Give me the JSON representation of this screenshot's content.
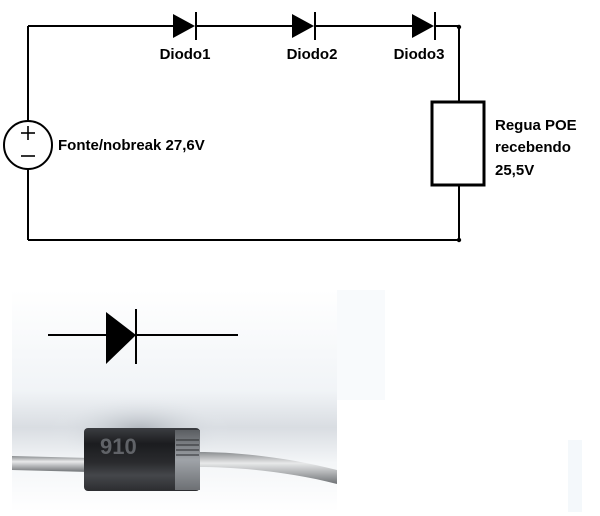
{
  "circuit": {
    "diodes": [
      {
        "label": "Diodo1"
      },
      {
        "label": "Diodo2"
      },
      {
        "label": "Diodo3"
      }
    ],
    "source": {
      "label": "Fonte/nobreak 27,6V",
      "plus_symbol": "+",
      "minus_symbol": "−"
    },
    "load": {
      "lines": [
        "Regua POE",
        "recebendo",
        "25,5V"
      ]
    }
  },
  "photo": {
    "subject": "diode component photo",
    "body_marking": "910",
    "colors": {
      "body": "#1e1f22",
      "band": "#b9bcc0",
      "lead": "#c8cacc",
      "background": "#f3f6f9"
    }
  }
}
